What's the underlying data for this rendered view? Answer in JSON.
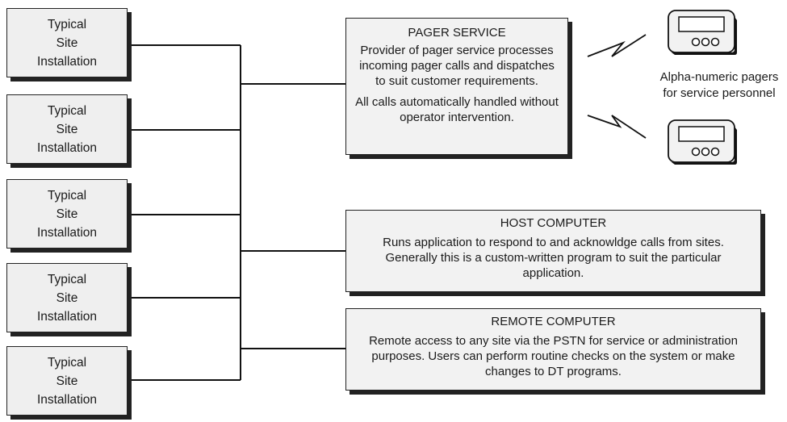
{
  "sites": [
    {
      "line1": "Typical",
      "line2": "Site",
      "line3": "Installation"
    },
    {
      "line1": "Typical",
      "line2": "Site",
      "line3": "Installation"
    },
    {
      "line1": "Typical",
      "line2": "Site",
      "line3": "Installation"
    },
    {
      "line1": "Typical",
      "line2": "Site",
      "line3": "Installation"
    },
    {
      "line1": "Typical",
      "line2": "Site",
      "line3": "Installation"
    }
  ],
  "pager_service": {
    "title": "PAGER SERVICE",
    "description": "Provider of pager service processes incoming pager calls and dispatches to suit customer requirements.",
    "note": "All calls automatically handled without operator intervention."
  },
  "host_computer": {
    "title": "HOST COMPUTER",
    "description": "Runs application to respond to and acknowldge  calls from sites. Generally this is a custom-written program to suit the particular application."
  },
  "remote_computer": {
    "title": "REMOTE COMPUTER",
    "description": "Remote access to any site via the PSTN for service or administration purposes. Users can perform routine checks on the system or make changes to DT programs."
  },
  "pagers": {
    "caption_line1": "Alpha-numeric pagers",
    "caption_line2": "for service personnel"
  },
  "colors": {
    "box_fill": "#f2f2f2",
    "site_fill": "#efefef",
    "line": "#111111"
  }
}
